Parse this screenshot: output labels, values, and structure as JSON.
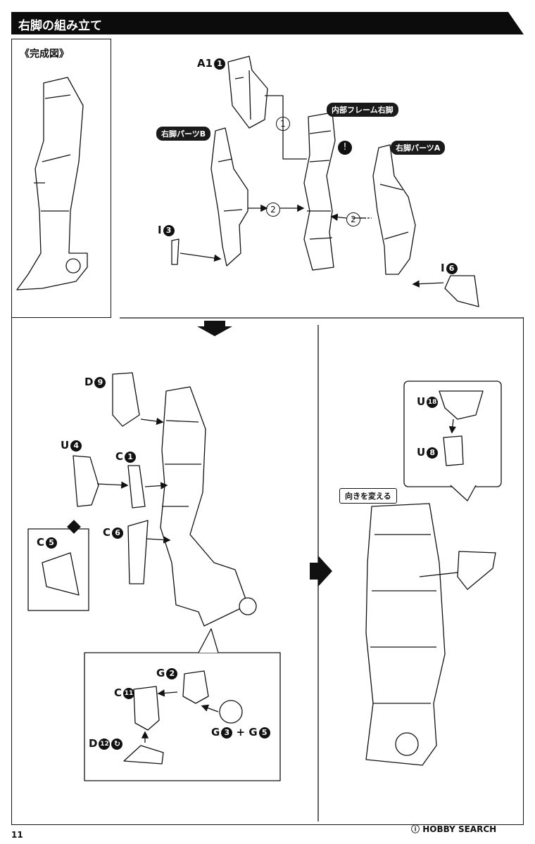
{
  "header": {
    "title": "右脚の組み立て"
  },
  "completed_label": "《完成図》",
  "pills": {
    "inner_frame": "内部フレーム右脚",
    "part_b": "右脚パーツB",
    "part_a": "右脚パーツA",
    "change_direction": "向きを変える"
  },
  "step_numbers": {
    "s1": "1",
    "s2": "2",
    "s2b": "2"
  },
  "caution": "!",
  "parts": {
    "a1": {
      "letter": "A1",
      "num": "1"
    },
    "i3": {
      "letter": "I",
      "num": "3"
    },
    "i6": {
      "letter": "I",
      "num": "6"
    },
    "d9": {
      "letter": "D",
      "num": "9"
    },
    "u4": {
      "letter": "U",
      "num": "4"
    },
    "c1": {
      "letter": "C",
      "num": "1"
    },
    "c6": {
      "letter": "C",
      "num": "6"
    },
    "c5": {
      "letter": "C",
      "num": "5"
    },
    "g2": {
      "letter": "G",
      "num": "2"
    },
    "c11": {
      "letter": "C",
      "num": "11"
    },
    "g3": {
      "letter": "G",
      "num": "3"
    },
    "plus": "+",
    "g5": {
      "letter": "G",
      "num": "5"
    },
    "d12": {
      "letter": "D",
      "num": "12"
    },
    "u18": {
      "letter": "U",
      "num": "18"
    },
    "u8": {
      "letter": "U",
      "num": "8"
    }
  },
  "footer": {
    "page_number": "11",
    "brand": "HOBBY SEARCH"
  }
}
